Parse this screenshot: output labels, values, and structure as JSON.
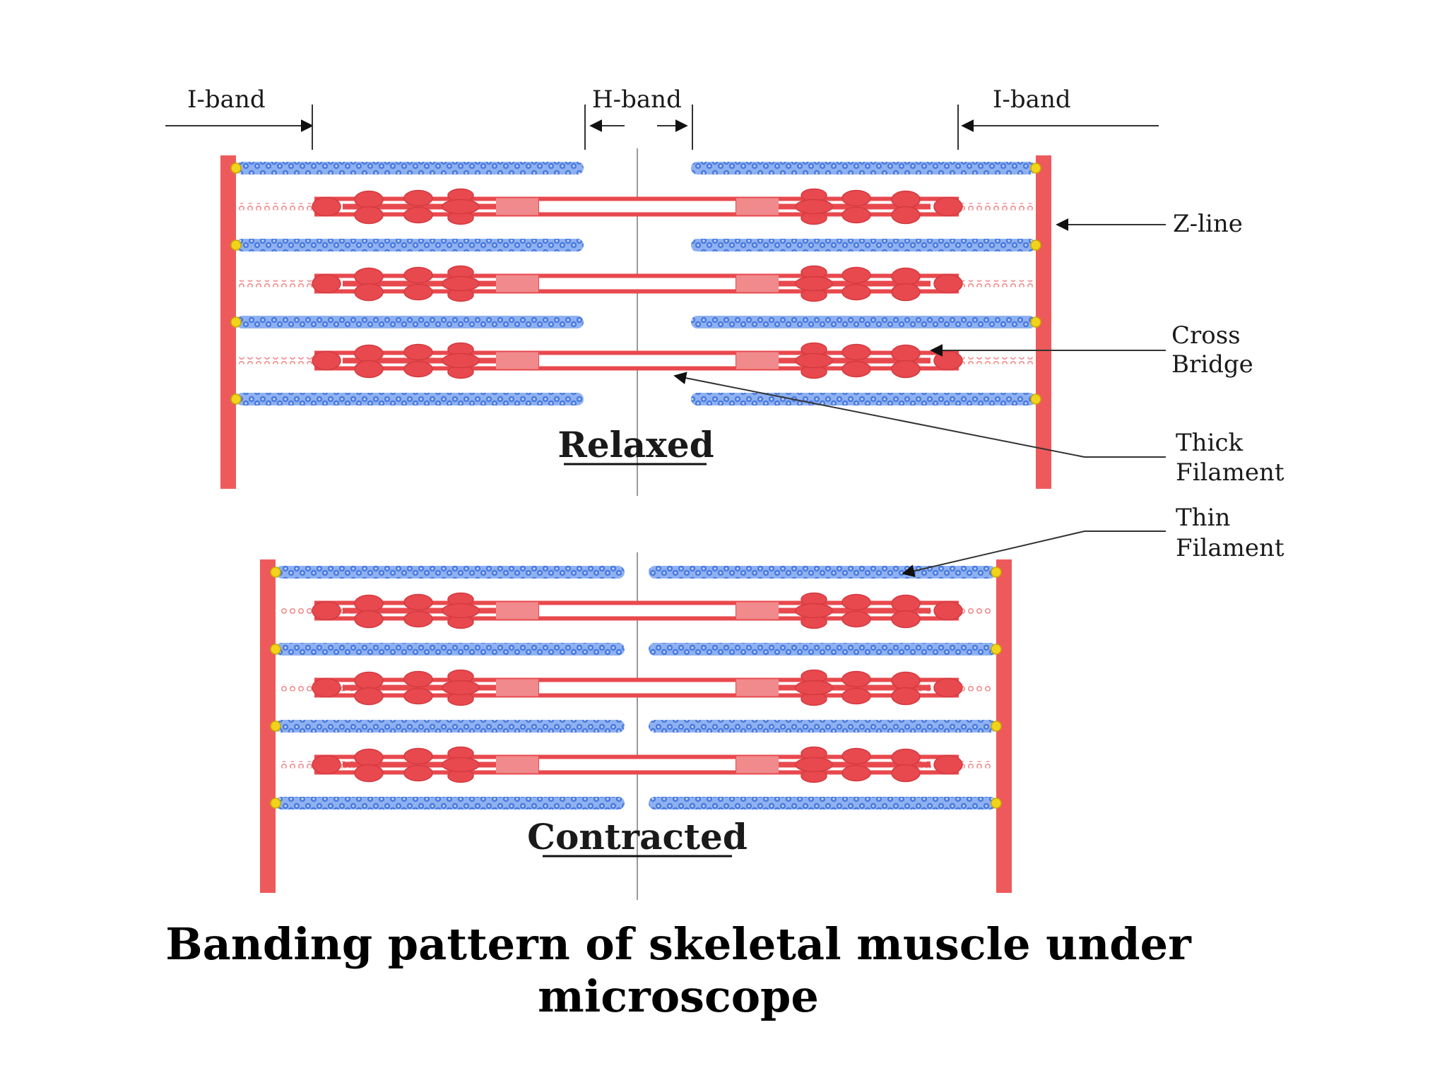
{
  "labels": {
    "i_band_left": "I-band",
    "h_band": "H-band",
    "i_band_right": "I-band",
    "z_line": "Z-line",
    "cross_bridge_1": "Cross",
    "cross_bridge_2": "Bridge",
    "thick_filament_1": "Thick",
    "thick_filament_2": "Filament",
    "thin_filament_1": "Thin",
    "thin_filament_2": "Filament"
  },
  "states": {
    "relaxed": "Relaxed",
    "contracted": "Contracted"
  },
  "caption": {
    "line1": "Banding pattern of skeletal muscle under",
    "line2": "microscope"
  },
  "colors": {
    "actin": "#4a7be0",
    "actin_light": "#8fb1f0",
    "myosin": "#e8494e",
    "myosin_light": "#f08a8c",
    "z_line": "#ee5a5c",
    "anchor": "#f1d31c",
    "line": "#333333"
  }
}
